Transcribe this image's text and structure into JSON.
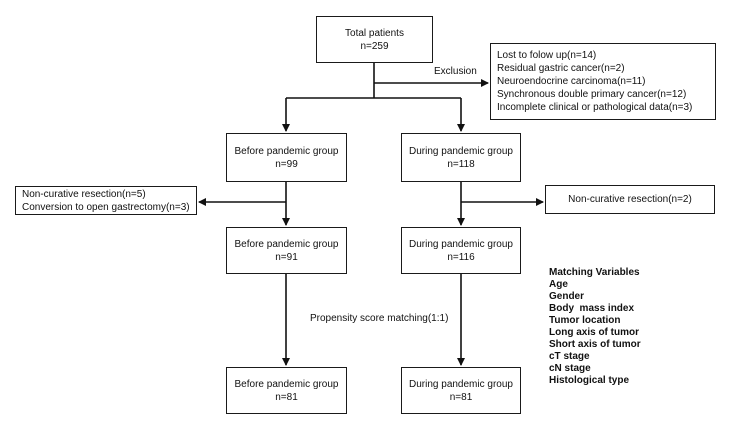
{
  "total": {
    "title": "Total patients",
    "n": "n=259"
  },
  "exclusion": {
    "label": "Exclusion",
    "items": [
      "Lost to folow up(n=14)",
      "Residual gastric cancer(n=2)",
      "Neuroendocrine carcinoma(n=11)",
      "Synchronous double primary cancer(n=12)",
      "Incomplete clinical or pathological data(n=3)"
    ]
  },
  "before1": {
    "title": "Before pandemic group",
    "n": "n=99"
  },
  "during1": {
    "title": "During pandemic group",
    "n": "n=118"
  },
  "before_exclusion": {
    "items": [
      "Non-curative resection(n=5)",
      "Conversion to open gastrectomy(n=3)"
    ]
  },
  "during_exclusion": {
    "items": [
      "Non-curative resection(n=2)"
    ]
  },
  "before2": {
    "title": "Before pandemic group",
    "n": "n=91"
  },
  "during2": {
    "title": "During pandemic group",
    "n": "n=116"
  },
  "psm_label": "Propensity score matching(1:1)",
  "matching": {
    "title": "Matching Variables",
    "items": [
      "Age",
      "Gender",
      "Body  mass index",
      "Tumor location",
      "Long axis of tumor",
      "Short axis of tumor",
      "cT stage",
      "cN stage",
      "Histological type"
    ]
  },
  "before3": {
    "title": "Before pandemic group",
    "n": "n=81"
  },
  "during3": {
    "title": "During pandemic group",
    "n": "n=81"
  }
}
